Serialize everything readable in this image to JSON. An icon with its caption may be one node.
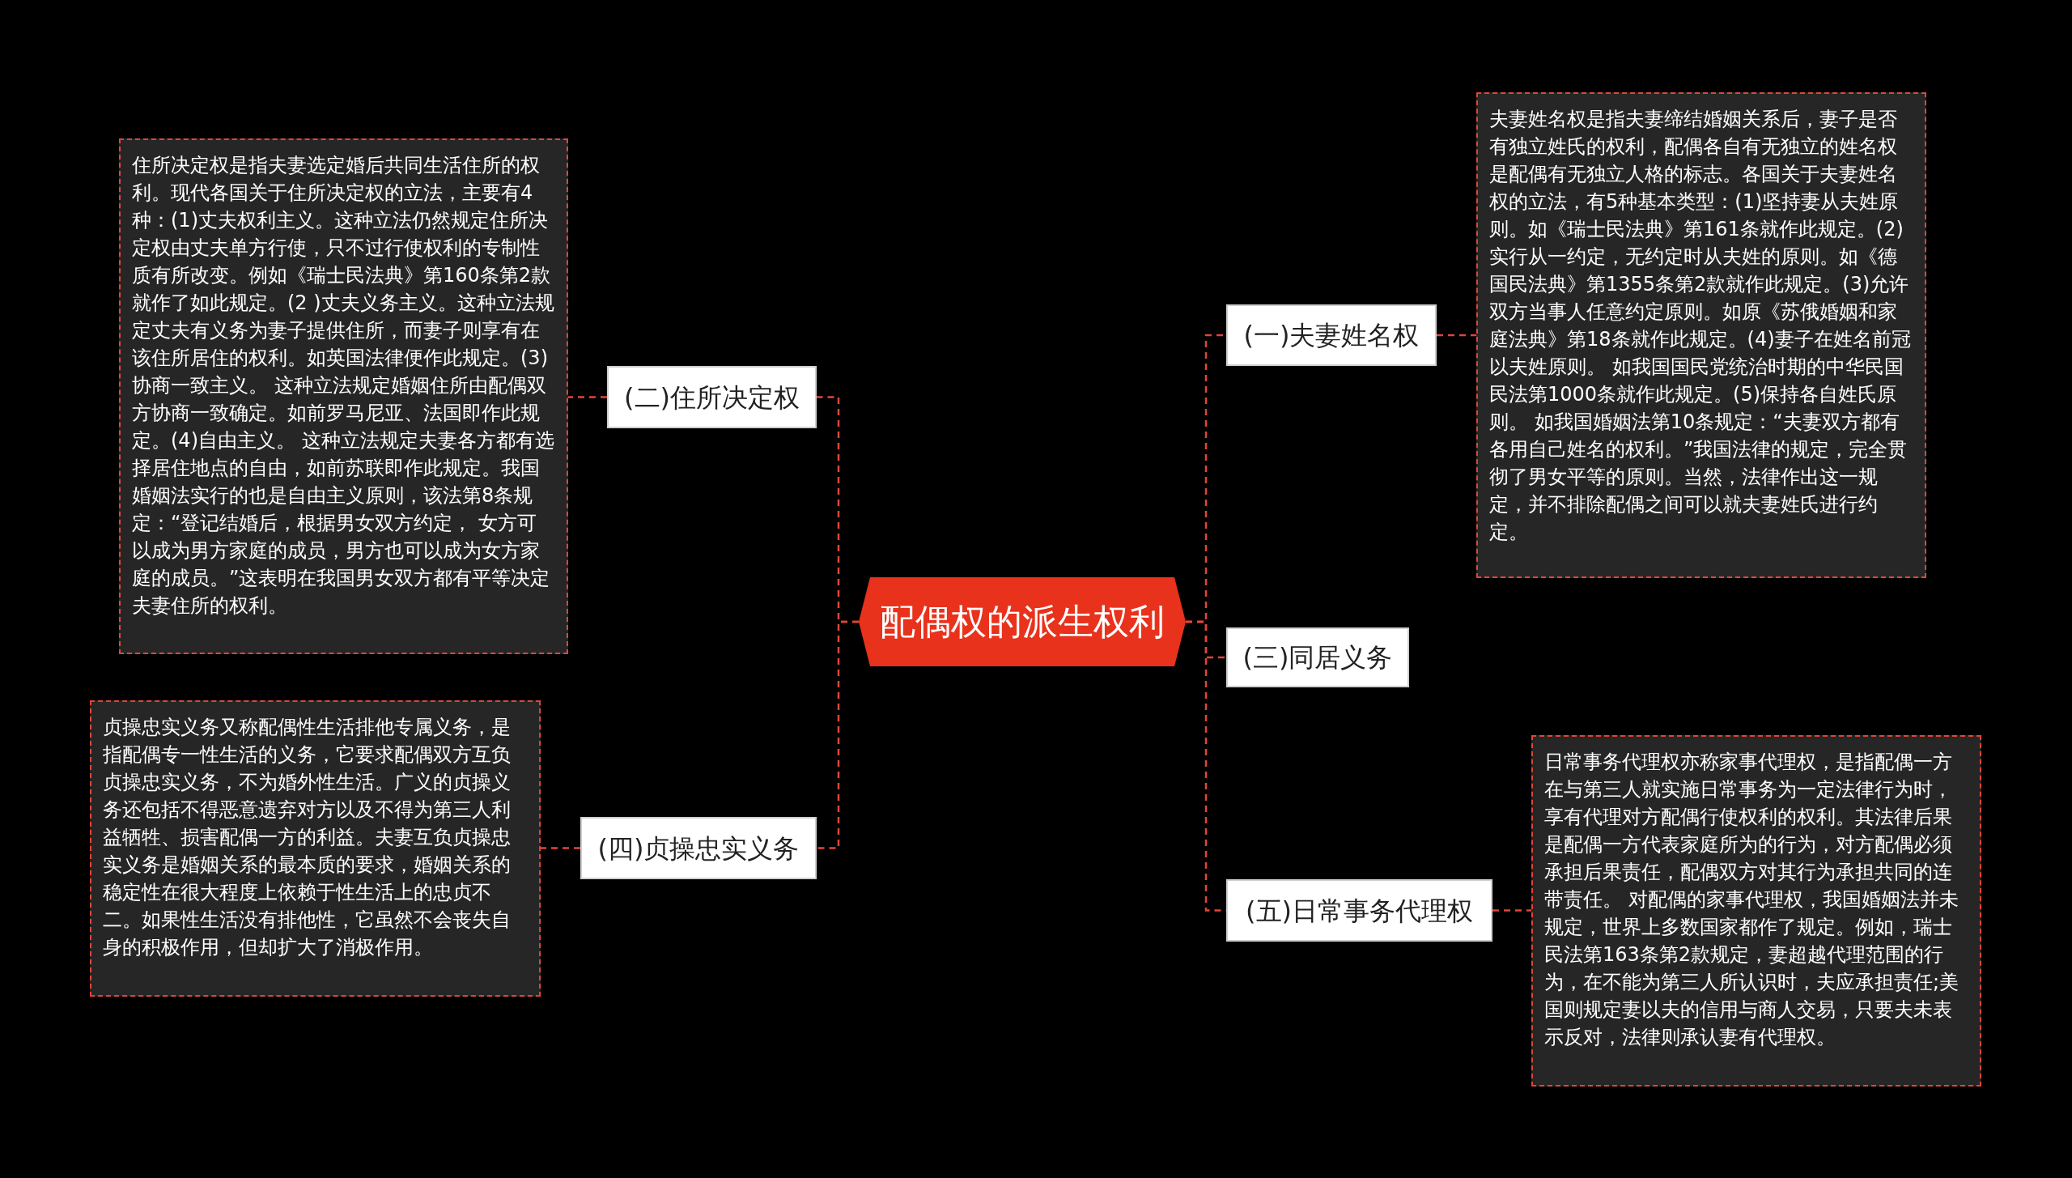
{
  "diagram": {
    "nodes": [
      {
        "text": [
          "配偶权的派生权利"
        ]
      },
      {
        "text": [
          "(一)夫妻姓名权"
        ]
      },
      {
        "text": [
          "夫妻姓名权是指夫妻缔结婚姻关系后，妻子是否有独立姓氏的权利，配偶各自有无独立的姓名权是配偶有无独立人格的标志。各国关于夫妻姓名权的立法，有5种基本类型：(1)坚持妻从夫姓原则。如《瑞士民法典》第161条就作此规定。(2)实行从一约定，无约定时从夫姓的原则。如《德国民法典》第1355条第2款就作此规定。(3)允许双方当事人任意约定原则。如原《苏俄婚姻和家庭法典》第18条就作此规定。(4)妻子在姓名前冠以夫姓原则。 如我国国民党统治时期的中华民国民法第1000条就作此规定。(5)保持各自姓氏原则。 如我国婚姻法第10条规定：“夫妻双方都有各用自己姓名的权利。”我国法律的规定，完全贯彻了男女平等的原则。当然，法律作出这一规定，并不排除配偶之间可以就夫妻姓氏进行约定。"
        ]
      },
      {
        "text": [
          "(二)住所决定权"
        ]
      },
      {
        "text": [
          "住所决定权是指夫妻选定婚后共同生活住所的权利。现代各国关于住所决定权的立法，主要有4种：(1)丈夫权利主义。这种立法仍然规定住所决定权由丈夫单方行使，只不过行使权利的专制性质有所改变。例如《瑞士民法典》第160条第2款就作了如此规定。(2 )丈夫义务主义。这种立法规定丈夫有义务为妻子提供住所，而妻子则享有在该住所居住的权利。如英国法律便作此规定。(3)协商一致主义。 这种立法规定婚姻住所由配偶双方协商一致确定。如前罗马尼亚、法国即作此规定。(4)自由主义。 这种立法规定夫妻各方都有选择居住地点的自由，如前苏联即作此规定。我国婚姻法实行的也是自由主义原则，该法第8条规定：“登记结婚后，根据男女双方约定， 女方可以成为男方家庭的成员，男方也可以成为女方家庭的成员。”这表明在我国男女双方都有平等决定夫妻住所的权利。"
        ]
      },
      {
        "text": [
          "(三)同居义务"
        ]
      },
      {
        "text": [
          "(四)贞操忠实义务"
        ]
      },
      {
        "text": [
          "贞操忠实义务又称配偶性生活排他专属义务，是指配偶专一性生活的义务，它要求配偶双方互负贞操忠实义务，不为婚外性生活。广义的贞操义务还包括不得恶意遗弃对方以及不得为第三人利益牺牲、损害配偶一方的利益。夫妻互负贞操忠实义务是婚姻关系的最本质的要求，婚姻关系的稳定性在很大程度上依赖于性生活上的忠贞不二。如果性生活没有排他性，它虽然不会丧失自身的积极作用，但却扩大了消极作用。"
        ]
      },
      {
        "text": [
          "(五)日常事务代理权"
        ]
      },
      {
        "text": [
          "日常事务代理权亦称家事代理权，是指配偶一方在与第三人就实施日常事务为一定法律行为时，享有代理对方配偶行使权利的权利。其法律后果是配偶一方代表家庭所为的行为，对方配偶必须承担后果责任，配偶双方对其行为承担共同的连带责任。 对配偶的家事代理权，我国婚姻法并未规定，世界上多数国家都作了规定。例如，瑞士民法第163条第2款规定，妻超越代理范围的行为，在不能为第三人所认识时，夫应承担责任;美国则规定妻以夫的信用与商人交易，只要夫未表示反对，法律则承认妻有代理权。"
        ]
      }
    ],
    "edges": [
      {
        "from": 0,
        "to": 1,
        "arrow": "none",
        "style": "dashed"
      },
      {
        "from": 1,
        "to": 2,
        "arrow": "none",
        "style": "dashed"
      },
      {
        "from": 0,
        "to": 3,
        "arrow": "none",
        "style": "dashed"
      },
      {
        "from": 3,
        "to": 4,
        "arrow": "none",
        "style": "dashed"
      },
      {
        "from": 0,
        "to": 5,
        "arrow": "none",
        "style": "dashed"
      },
      {
        "from": 0,
        "to": 6,
        "arrow": "none",
        "style": "dashed"
      },
      {
        "from": 6,
        "to": 7,
        "arrow": "none",
        "style": "dashed"
      },
      {
        "from": 0,
        "to": 8,
        "arrow": "none",
        "style": "dashed"
      },
      {
        "from": 8,
        "to": 9,
        "arrow": "none",
        "style": "dashed"
      }
    ]
  }
}
